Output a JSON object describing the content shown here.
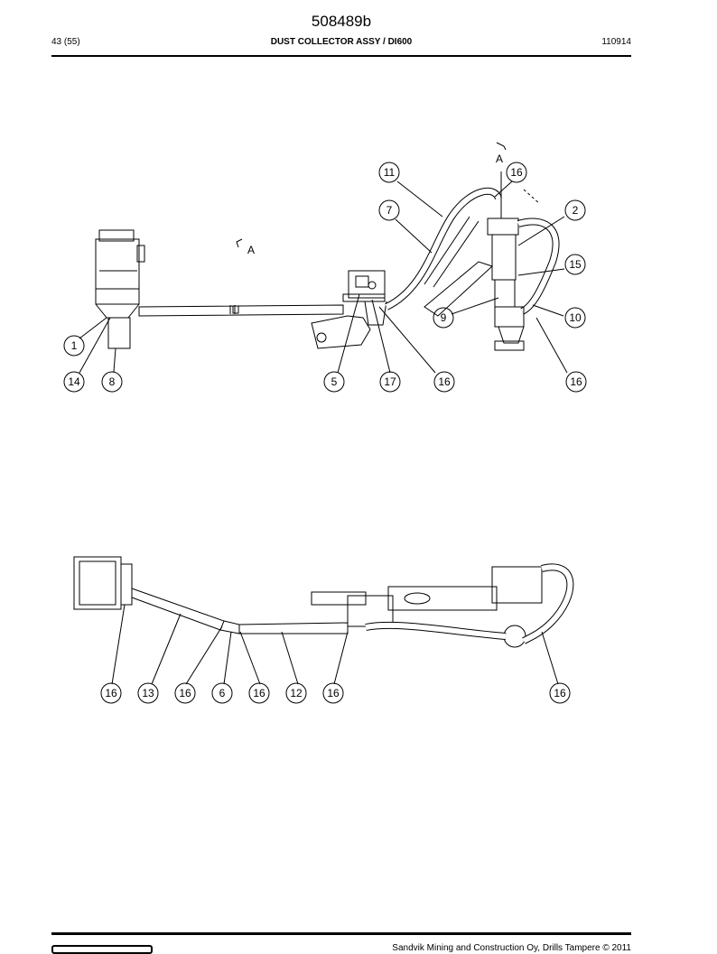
{
  "header": {
    "doc_number": "508489b",
    "page_count": "43 (55)",
    "title": "DUST COLLECTOR ASSY / DI600",
    "date_code": "110914"
  },
  "footer": {
    "copyright": "Sandvik Mining and Construction Oy, Drills Tampere © 2011"
  },
  "top_view": {
    "section_label": "A",
    "callouts": [
      "1",
      "14",
      "8",
      "5",
      "17",
      "16",
      "16",
      "11",
      "16",
      "7",
      "2",
      "15",
      "9",
      "10"
    ]
  },
  "bottom_view": {
    "callouts": [
      "16",
      "13",
      "16",
      "6",
      "16",
      "12",
      "16",
      "16"
    ]
  }
}
